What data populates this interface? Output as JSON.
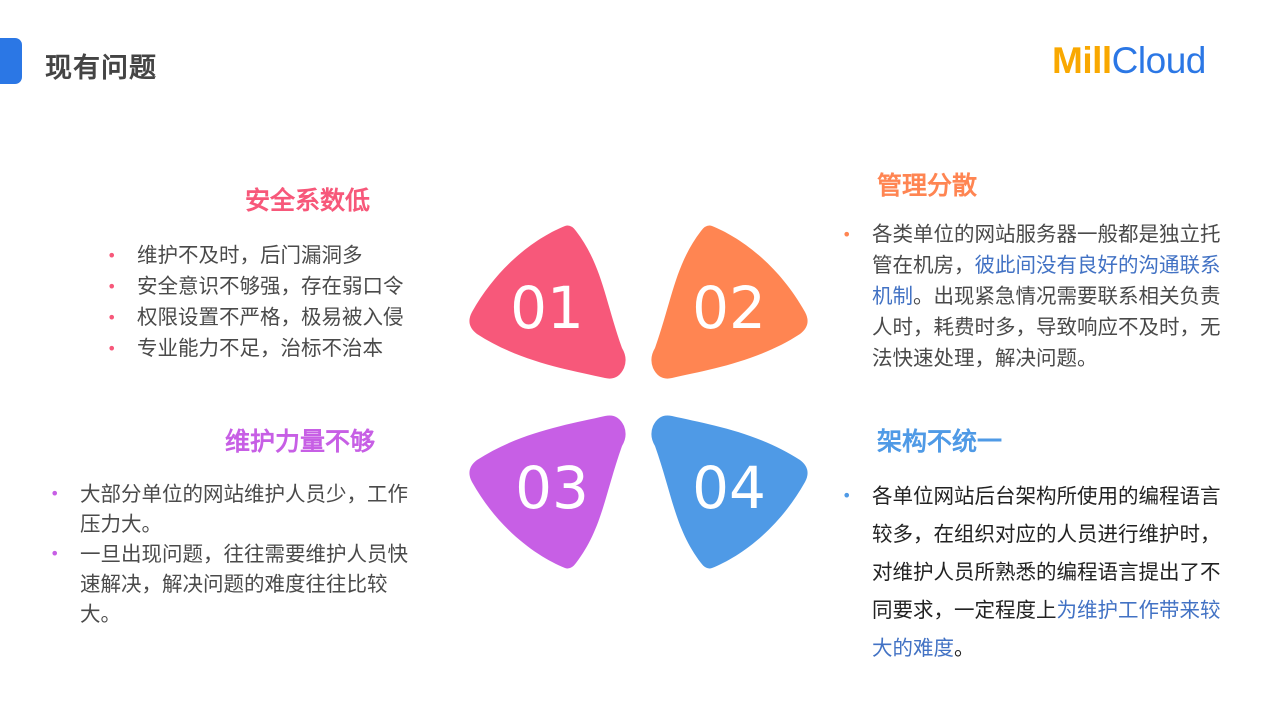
{
  "header": {
    "title": "现有问题",
    "logo_part1": "Mill",
    "logo_part2": "Cloud"
  },
  "colors": {
    "s1": "#F7587A",
    "s2": "#FF8552",
    "s3": "#C75FE5",
    "s4": "#4F9AE6",
    "highlight": "#4272C4",
    "accent": "#2B77E5"
  },
  "petals": [
    "01",
    "02",
    "03",
    "04"
  ],
  "sections": [
    {
      "title": "安全系数低",
      "items": [
        "维护不及时，后门漏洞多",
        "安全意识不够强，存在弱口令",
        "权限设置不严格，极易被入侵",
        "专业能力不足，治标不治本"
      ]
    },
    {
      "title": "管理分散",
      "text": {
        "a": "各类单位的网站服务器一般都是独立托管在机房，",
        "b": "彼此间没有良好的沟通联系机制",
        "c": "。出现紧急情况需要联系相关负责人时，耗费时多，导致响应不及时，无法快速处理，解决问题。"
      }
    },
    {
      "title": "维护力量不够",
      "items": [
        "大部分单位的网站维护人员少，工作压力大。",
        "一旦出现问题，往往需要维护人员快速解决，解决问题的难度往往比较大。"
      ]
    },
    {
      "title": "架构不统一",
      "text": {
        "a": "各单位网站后台架构所使用的编程语言较多，在组织对应的人员进行维护时，对维护人员所熟悉的编程语言提出了不同要求，一定程度上",
        "b": "为维护工作带来较大的难度",
        "c": "。"
      }
    }
  ]
}
